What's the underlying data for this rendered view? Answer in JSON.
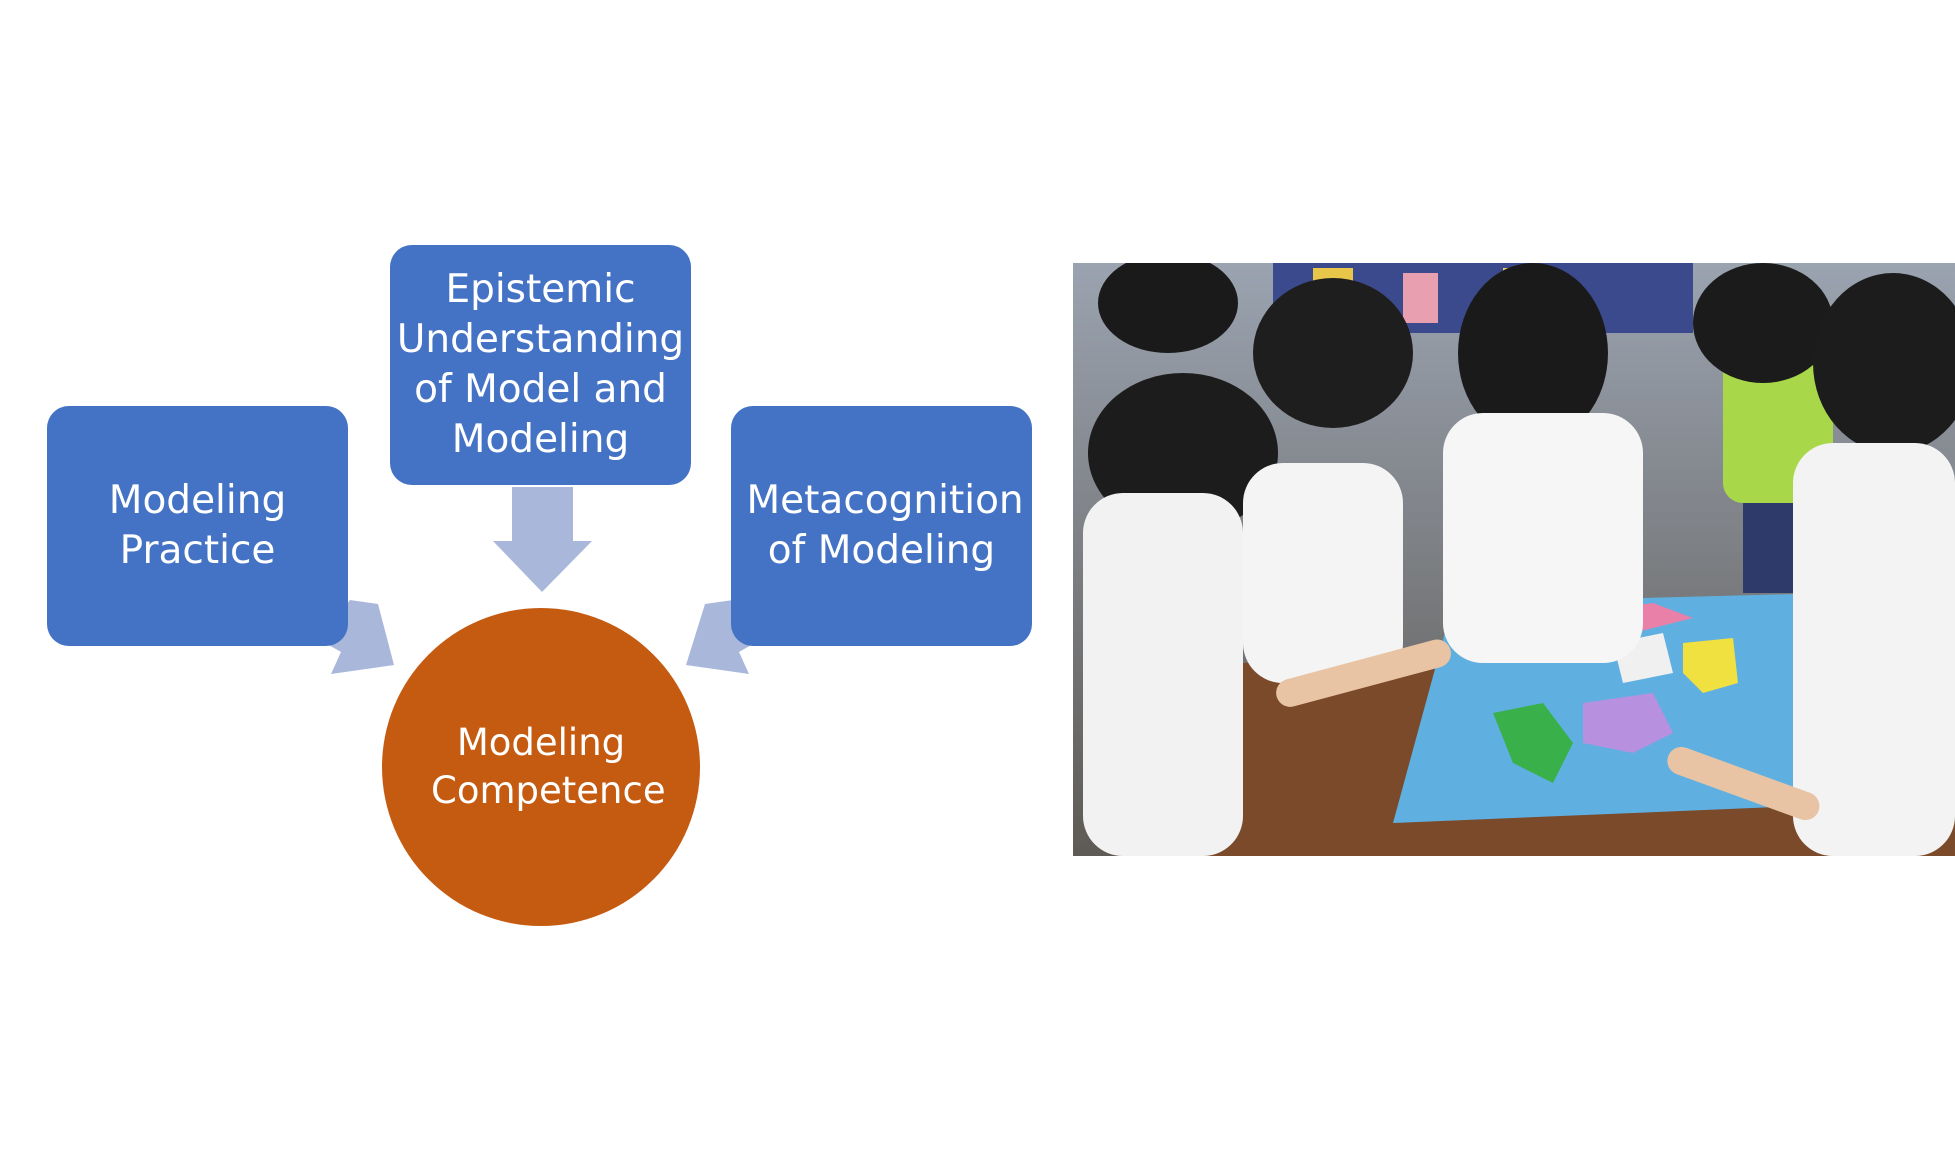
{
  "diagram": {
    "top_box": "Epistemic Understanding of Model and Modeling",
    "left_box": "Modeling Practice",
    "right_box": "Metacognition of Modeling",
    "center_circle": "Modeling Competence"
  },
  "colors": {
    "box_fill": "#4472c4",
    "circle_fill": "#c55a11",
    "arrow_fill": "#a9b7db",
    "text": "#ffffff"
  },
  "photo": {
    "subject": "students in white school uniforms assembling a colored map puzzle on a table"
  }
}
